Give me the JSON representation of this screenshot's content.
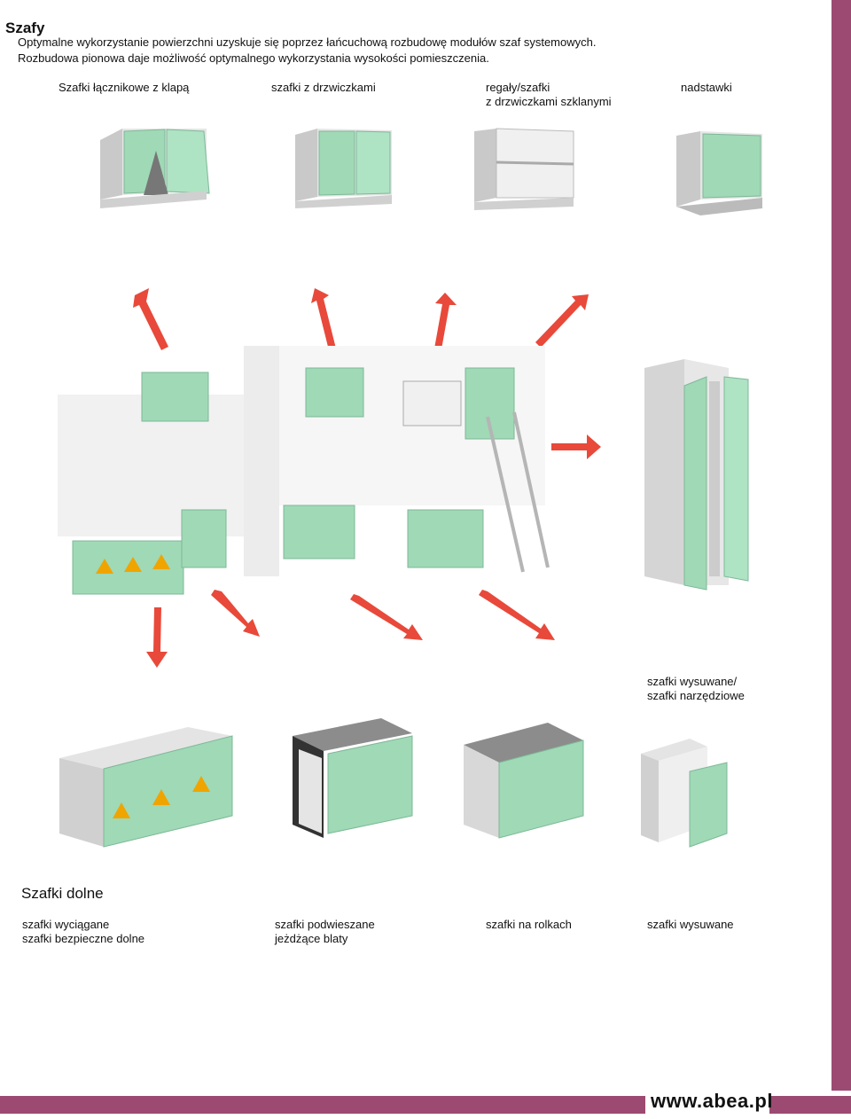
{
  "title": "Szafy",
  "intro": {
    "line1": "Optymalne wykorzystanie powierzchni uzyskuje się poprzez łańcuchową rozbudowę modułów szaf systemowych.",
    "line2": "Rozbudowa pionowa daje możliwość optymalnego wykorzystania wysokości pomieszczenia."
  },
  "upper_labels": {
    "a": "Szafki łącznikowe z klapą",
    "b": "szafki z drzwiczkami",
    "c1": "regały/szafki",
    "c2": "z drzwiczkami szklanymi",
    "d": "nadstawki"
  },
  "tall_labels": {
    "l1": "szafki wysuwane/",
    "l2": "szafki narzędziowe"
  },
  "section_title": "Szafki dolne",
  "lower_labels": {
    "a1": "szafki wyciągane",
    "a2": "szafki bezpieczne dolne",
    "b1": "szafki podwieszane",
    "b2": "jeżdżące blaty",
    "c": "szafki na rolkach",
    "d": "szafki wysuwane"
  },
  "footer": {
    "website": "www.abea.pl"
  },
  "colors": {
    "accent": "#9c4a72",
    "cabinet_green": "#9fd9b6",
    "arrow_red": "#e8493a"
  }
}
